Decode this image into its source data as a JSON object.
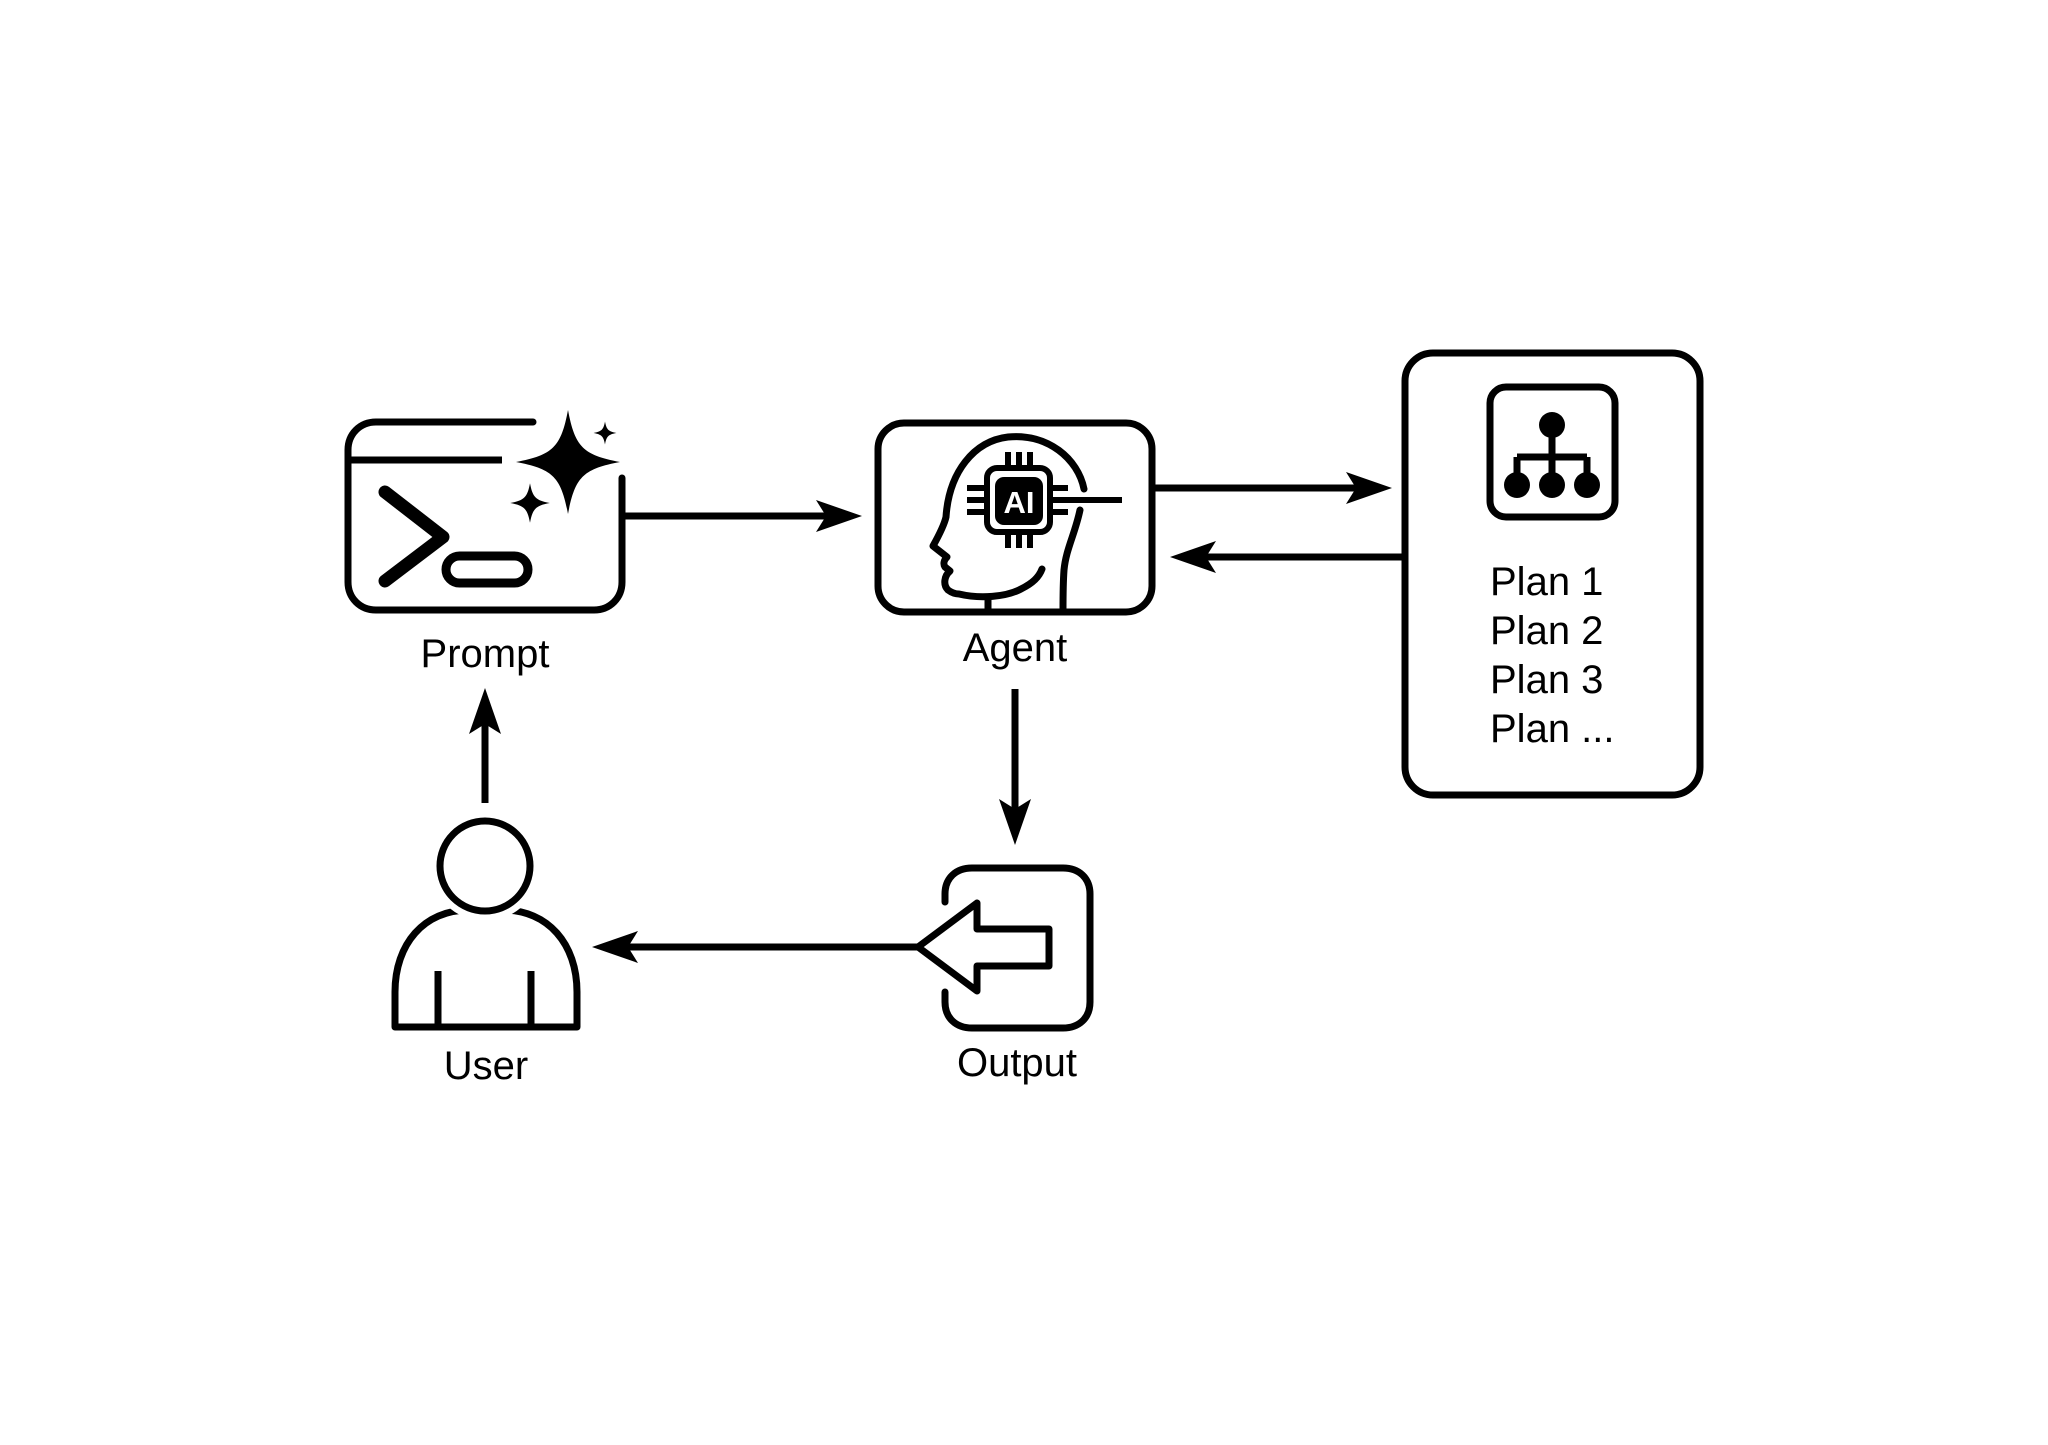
{
  "canvas": {
    "background_color": "#ffffff",
    "ink_color": "#000000"
  },
  "nodes": {
    "prompt": {
      "label": "Prompt",
      "icon": "terminal-sparkle-icon"
    },
    "agent": {
      "label": "Agent",
      "icon": "ai-head-chip-icon",
      "chip_label": "AI"
    },
    "plan": {
      "icon": "hierarchy-tree-icon",
      "items": [
        "Plan 1",
        "Plan 2",
        "Plan 3",
        "Plan ..."
      ]
    },
    "output": {
      "label": "Output",
      "icon": "return-arrow-icon"
    },
    "user": {
      "label": "User",
      "icon": "person-icon"
    }
  },
  "edges": [
    {
      "from": "Prompt",
      "to": "Agent"
    },
    {
      "from": "Agent",
      "to": "Plans"
    },
    {
      "from": "Plans",
      "to": "Agent"
    },
    {
      "from": "Agent",
      "to": "Output"
    },
    {
      "from": "Output",
      "to": "User"
    },
    {
      "from": "User",
      "to": "Prompt"
    }
  ]
}
